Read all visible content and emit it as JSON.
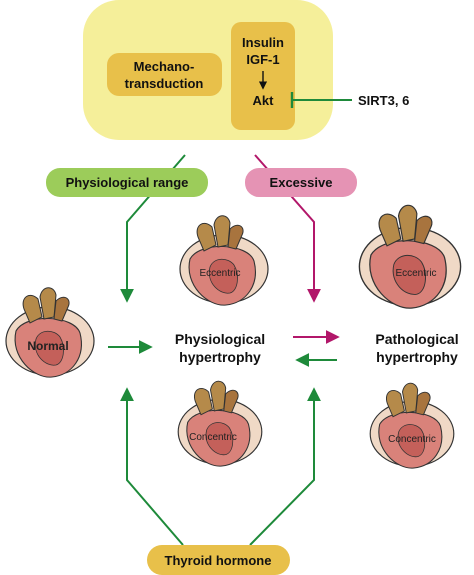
{
  "signaling": {
    "mechanotransduction": [
      "Mechano-",
      "transduction"
    ],
    "insulin": "Insulin",
    "igf1": "IGF-1",
    "akt": "Akt",
    "sirt": "SIRT3, 6"
  },
  "pills": {
    "physiological_range": "Physiological range",
    "excessive": "Excessive",
    "thyroid_hormone": "Thyroid hormone"
  },
  "states": {
    "physiological": [
      "Physiological",
      "hypertrophy"
    ],
    "pathological": [
      "Pathological",
      "hypertrophy"
    ]
  },
  "hearts": {
    "normal": "Normal",
    "eccentric_phys": "Eccentric",
    "concentric_phys": "Concentric",
    "eccentric_path": "Eccentric",
    "concentric_path": "Concentric"
  },
  "colors": {
    "signal_box": "#f5ef9a",
    "mech_box": "#e8c04a",
    "akt_box": "#e8c04a",
    "green": "#1e8a3a",
    "magenta": "#b2176a",
    "green_pill": "#9ccc5a",
    "pink_pill": "#e593b4",
    "thyroid_pill": "#e8c04a"
  }
}
